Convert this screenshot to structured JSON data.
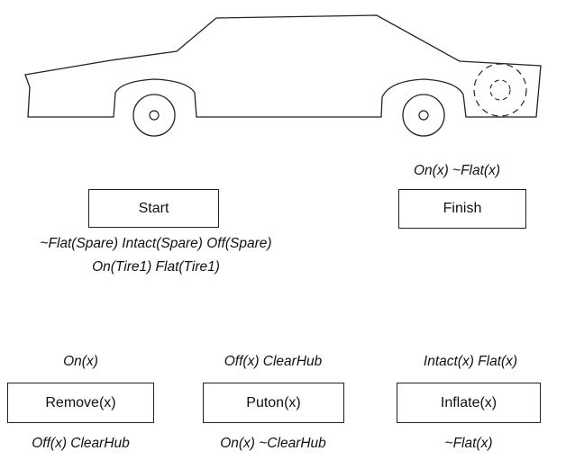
{
  "car_illustration": {
    "wheels": [
      "front-wheel",
      "rear-wheel",
      "spare-tire-outline"
    ]
  },
  "start": {
    "label": "Start",
    "effects_line1": "~Flat(Spare) Intact(Spare) Off(Spare)",
    "effects_line2": "On(Tire1) Flat(Tire1)"
  },
  "finish": {
    "label": "Finish",
    "preconditions": "On(x) ~Flat(x)"
  },
  "actions": [
    {
      "label": "Remove(x)",
      "preconditions": "On(x)",
      "effects": "Off(x) ClearHub"
    },
    {
      "label": "Puton(x)",
      "preconditions": "Off(x) ClearHub",
      "effects": "On(x) ~ClearHub"
    },
    {
      "label": "Inflate(x)",
      "preconditions": "Intact(x) Flat(x)",
      "effects": "~Flat(x)"
    }
  ]
}
